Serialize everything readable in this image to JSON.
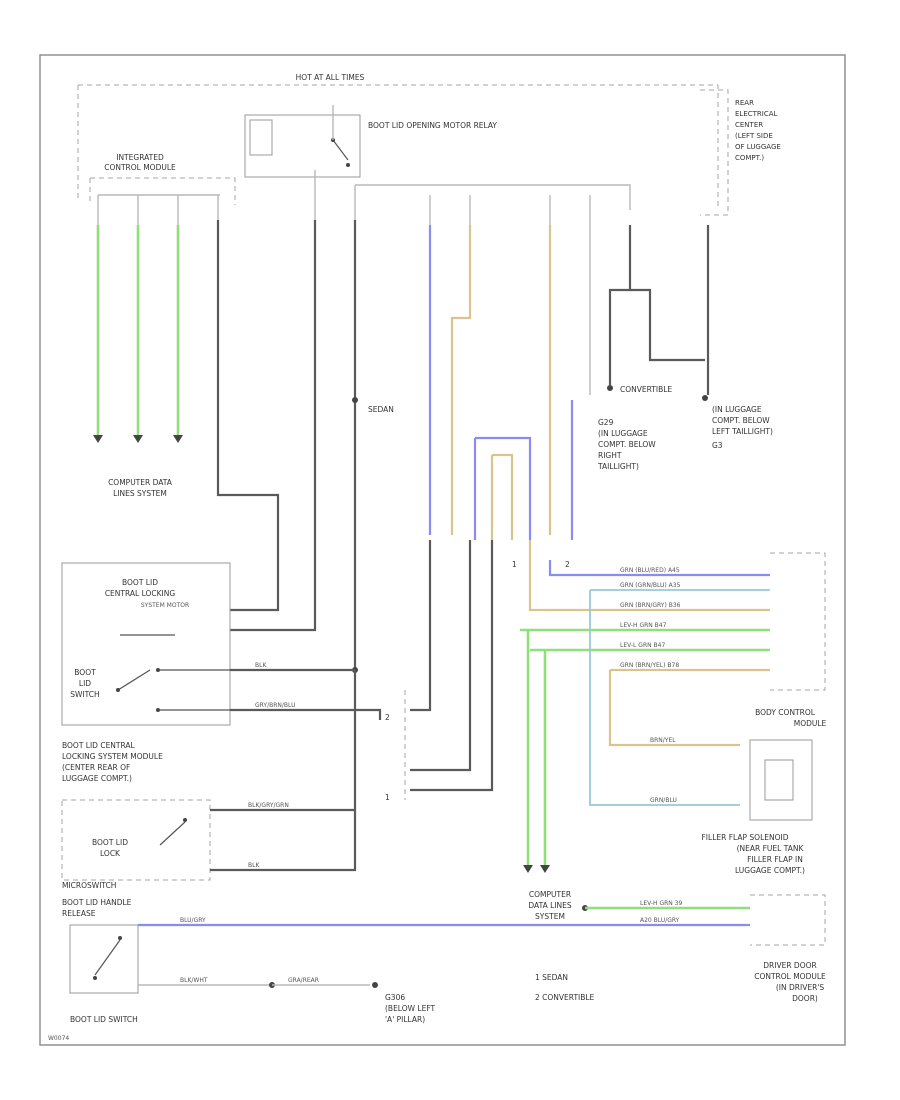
{
  "title": "HOT AT ALL TIMES",
  "labels": {
    "motor_relay": "BOOT LID OPENING MOTOR RELAY",
    "rear_center": [
      "REAR",
      "ELECTRICAL",
      "CENTER",
      "(LEFT SIDE",
      "OF LUGGAGE",
      "COMPT.)"
    ],
    "icm": [
      "INTEGRATED",
      "CONTROL MODULE"
    ],
    "data_lines_1": [
      "COMPUTER DATA",
      "LINES SYSTEM"
    ],
    "sedan": "SEDAN",
    "convertible": "CONVERTIBLE",
    "g29": [
      "G29",
      "(IN LUGGAGE",
      "COMPT. BELOW",
      "RIGHT",
      "TAILLIGHT)"
    ],
    "g_left": [
      "(IN LUGGAGE",
      "COMPT. BELOW",
      "LEFT TAILLIGHT)"
    ],
    "g_left_code": "G3",
    "lock_module": [
      "BOOT LID",
      "CENTRAL LOCKING",
      "SYSTEM MOTOR"
    ],
    "lid_switch_in": [
      "BOOT",
      "LID",
      "SWITCH"
    ],
    "lock_module_desc": [
      "BOOT LID CENTRAL",
      "LOCKING SYSTEM MODULE",
      "(CENTER REAR OF",
      "LUGGAGE COMPT.)"
    ],
    "lid_lock": [
      "BOOT LID",
      "LOCK"
    ],
    "microswitch": "MICROSWITCH",
    "body_control": [
      "BODY CONTROL",
      "MODULE"
    ],
    "filler_flap": [
      "FILLER FLAP SOLENOID",
      "(NEAR FUEL TANK",
      "FILLER FLAP IN",
      "LUGGAGE COMPT.)"
    ],
    "data_lines_2": [
      "COMPUTER",
      "DATA LINES",
      "SYSTEM"
    ],
    "handle_release": [
      "BOOT LID HANDLE",
      "RELEASE"
    ],
    "driver_door": [
      "DRIVER DOOR",
      "CONTROL MODULE",
      "(IN DRIVER'S",
      "DOOR)"
    ],
    "g306": [
      "G306",
      "(BELOW LEFT",
      "'A' PILLAR)"
    ],
    "lid_switch": "BOOT LID SWITCH",
    "legend": [
      "1  SEDAN",
      "2  CONVERTIBLE"
    ],
    "footer_code": "W0074"
  },
  "wires": {
    "bcm_1": "GRN  (BLU/RED)  A45",
    "bcm_2": "GRN  (GRN/BLU)  A35",
    "bcm_3": "GRN  (BRN/GRY)  B36",
    "bcm_4": "LEV-H  GRN  B47",
    "bcm_5": "LEV-L  GRN  B47",
    "bcm_6": "GRN  (BRN/YEL)  B78",
    "filler_1": "BRN/YEL",
    "filler_2": "GRN/BLU",
    "door_1": "LEV-H  GRN  39",
    "door_2": "A20  BLU/GRY",
    "handle_wire": "BLU/GRY",
    "gnd_wire_1": "BLK/WHT",
    "gnd_wire_2": "GRA/REAR",
    "lock_wire_1": "BLK/GRY/GRN",
    "lock_wire_2": "BLK",
    "sw_wire_1": "BLK",
    "sw_wire_2": "GRY/BRN/BLU"
  }
}
